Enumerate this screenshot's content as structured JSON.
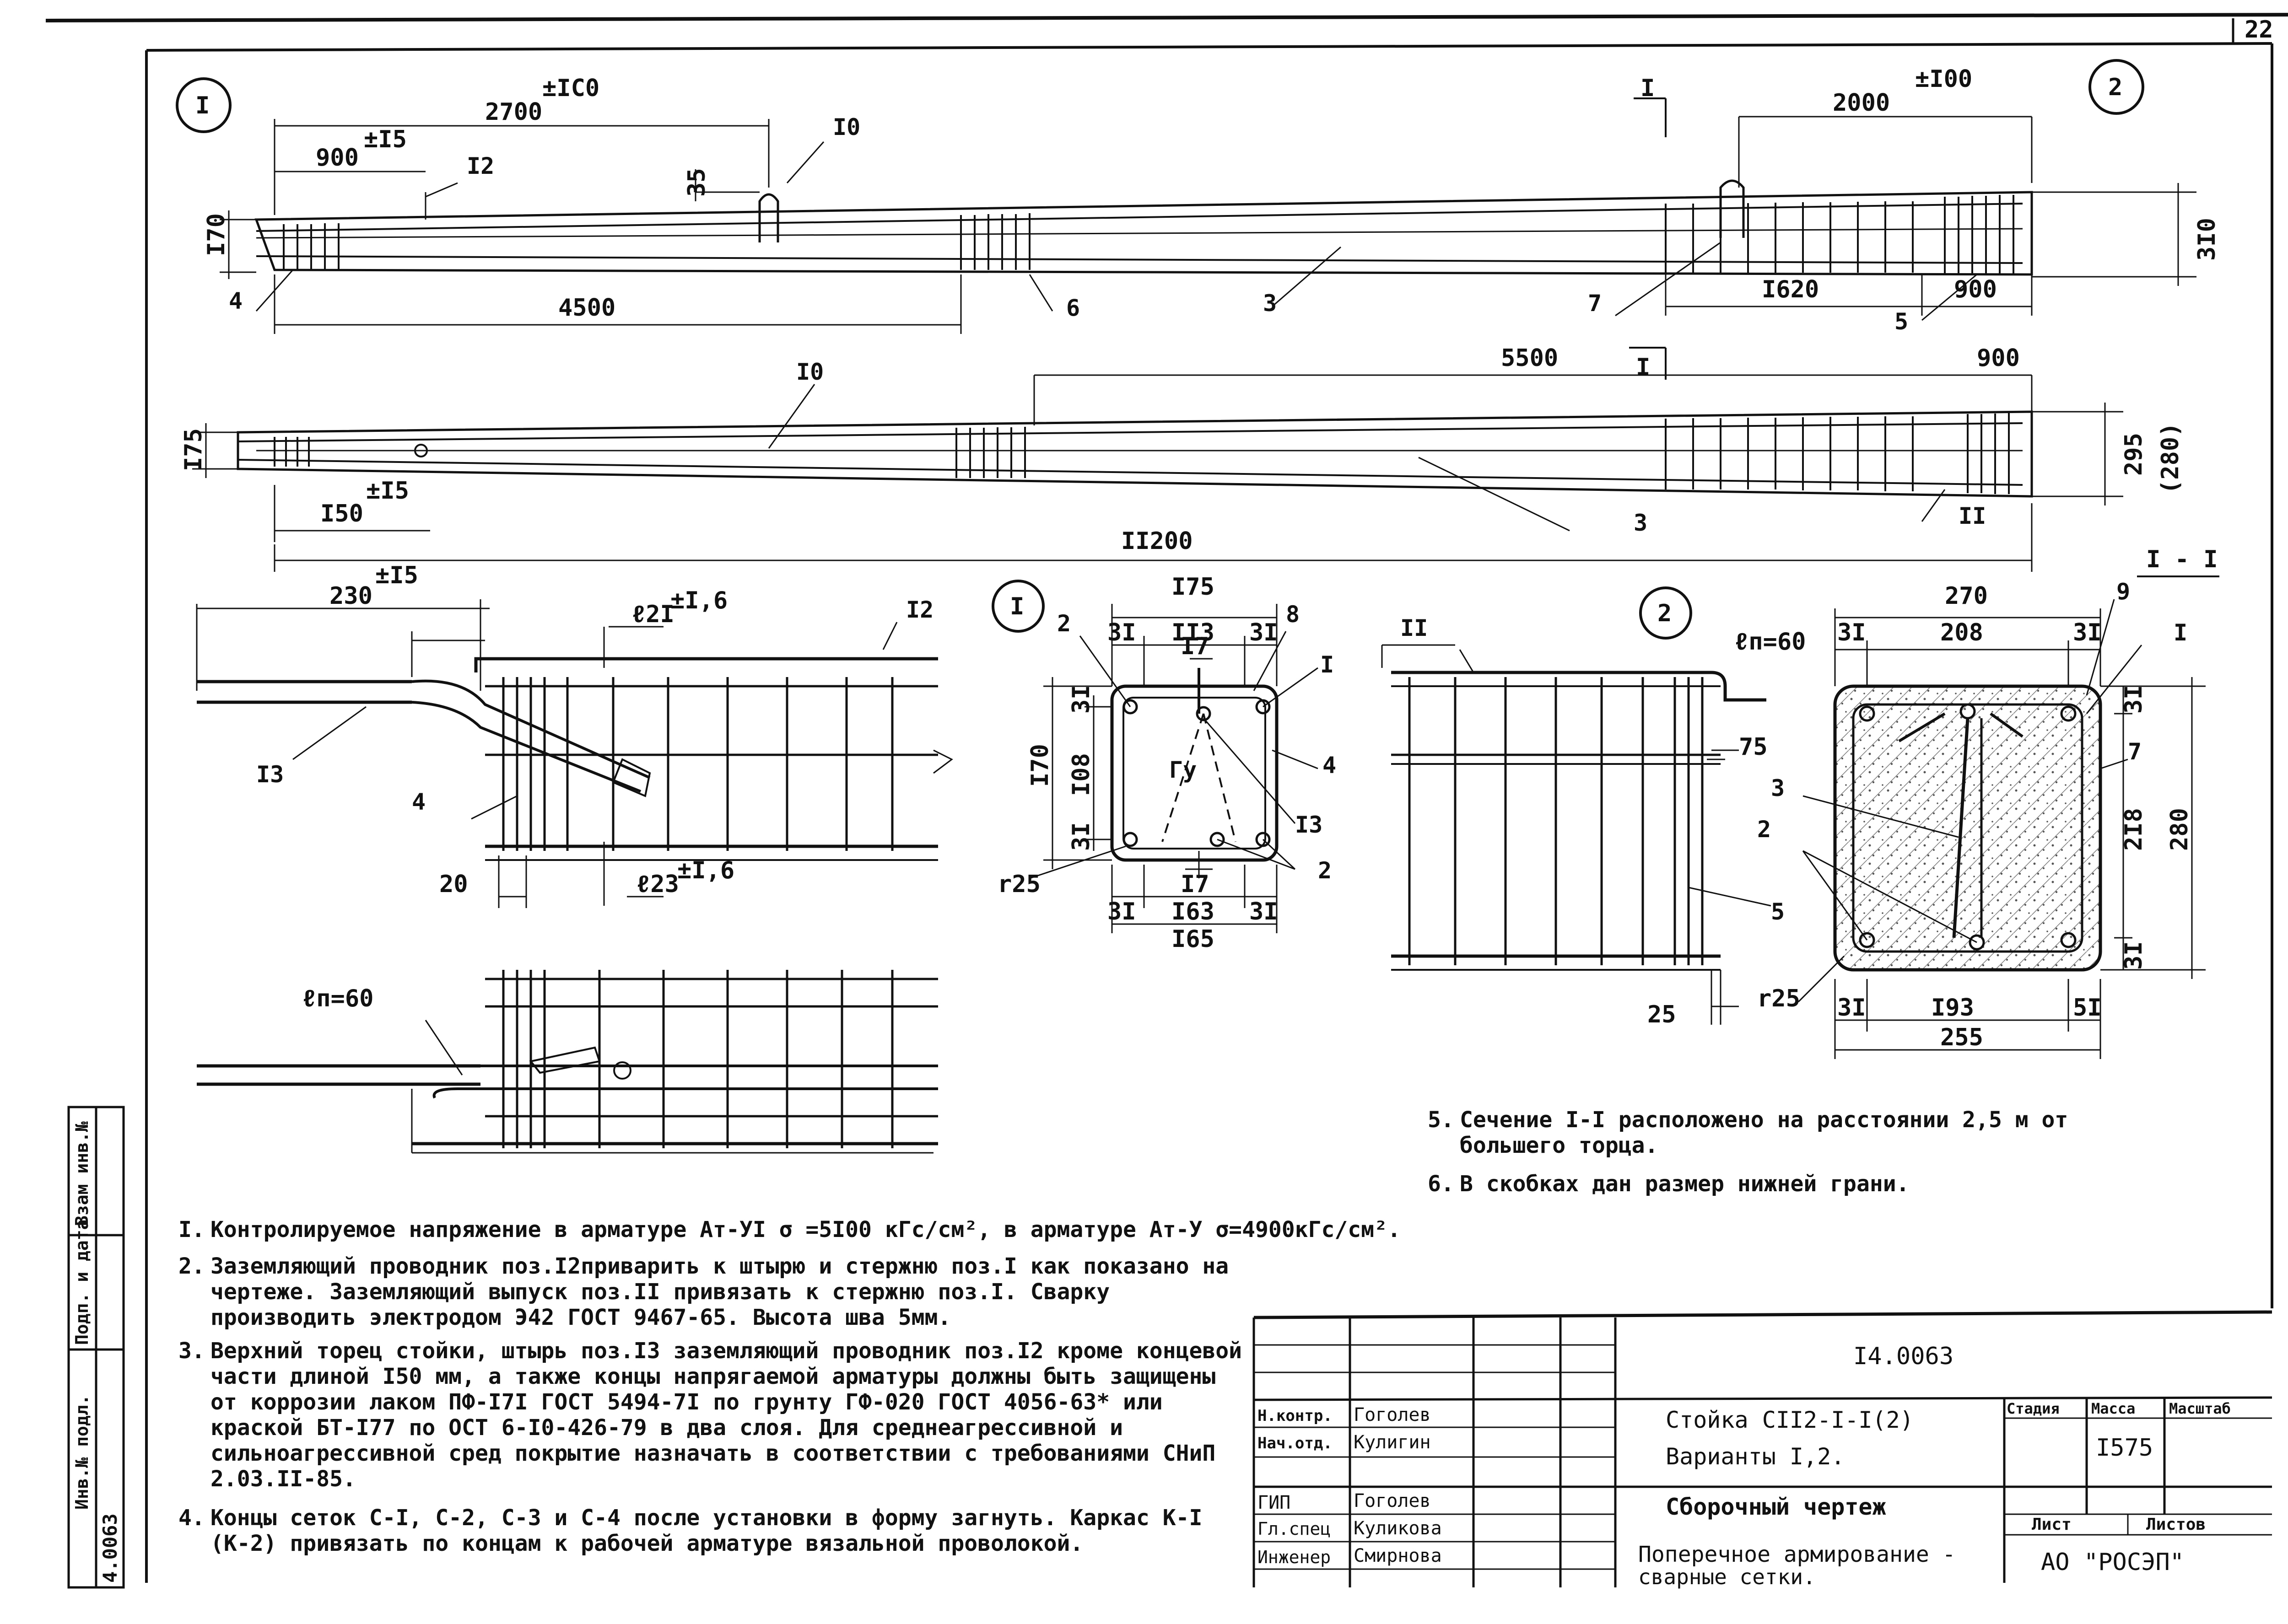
{
  "sheet_number": "22",
  "circle_labels": [
    "I",
    "2"
  ],
  "section_label": "I - I",
  "section_marker": "I",
  "elevation": {
    "top_dims": {
      "d2700": "2700",
      "d2700_tol": "±IC0",
      "d900": "900",
      "d900_tol": "±I5",
      "d2000": "2000",
      "d2000_tol": "±I00",
      "d170": "I70",
      "d310": "3I0",
      "d35": "35",
      "d4500": "4500",
      "d1620": "I620",
      "d900b": "900"
    },
    "top_positions": [
      "I0",
      "I2",
      "4",
      "6",
      "3",
      "7",
      "5"
    ],
    "bottom_dims": {
      "d5500": "5500",
      "d900": "900",
      "d175": "I75",
      "d150": "I50",
      "d150_tol": "±I5",
      "d295": "295",
      "d280": "(280)",
      "d11200": "II200"
    },
    "bottom_positions": [
      "I0",
      "3",
      "II"
    ]
  },
  "detail1": {
    "dims": {
      "d230": "230",
      "d230_tol": "±I5",
      "d21": "ℓ2I",
      "d21_tol": "±I,6",
      "d23": "ℓ23",
      "d23_tol": "±I,6",
      "d20": "20",
      "lap": "ℓп=60"
    },
    "positions": [
      "I2",
      "I3",
      "4"
    ]
  },
  "section1": {
    "dims": {
      "d175": "I75",
      "d31a": "3I",
      "d113": "II3",
      "d31b": "3I",
      "d17a": "I7",
      "d170": "I70",
      "d31c": "3I",
      "d108": "I08",
      "d31d": "3I",
      "d17b": "I7",
      "d31e": "3I",
      "d163": "I63",
      "d31f": "3I",
      "d165": "I65",
      "r25": "r25",
      "gu": "Гу"
    },
    "positions": [
      "2",
      "8",
      "I",
      "4",
      "I3",
      "2"
    ]
  },
  "detail2": {
    "dims": {
      "lap": "ℓп=60",
      "d75": "75",
      "d25": "25"
    },
    "positions": [
      "II",
      "5"
    ]
  },
  "section_II": {
    "dims": {
      "d270": "270",
      "d31a": "3I",
      "d208": "208",
      "d31b": "3I",
      "d31c": "3I",
      "d218": "2I8",
      "d280": "280",
      "d31d": "3I",
      "d31e": "3I",
      "d193": "I93",
      "d51": "5I",
      "d255": "255",
      "r25": "r25"
    },
    "positions": [
      "9",
      "I",
      "7",
      "3",
      "2"
    ]
  },
  "notes_right": [
    {
      "num": "5.",
      "text": "Сечение I-I расположено на расстоянии 2,5 м от",
      "text2": "большего торца."
    },
    {
      "num": "6.",
      "text": "В скобках дан размер нижней грани.",
      "text2": ""
    }
  ],
  "notes_left": [
    {
      "num": "I.",
      "text": "Контролируемое напряжение в арматуре Ат-УI  σ =5I00 кГс/см², в арматуре Ат-У σ=4900кГс/см²."
    },
    {
      "num": "2.",
      "text": "Заземляющий проводник поз.I2приварить к штырю и стержню поз.I как показано на чертеже. Заземляющий выпуск поз.II привязать к стержню поз.I. Сварку производить электродом Э42 ГОСТ 9467-65. Высота шва 5мм."
    },
    {
      "num": "3.",
      "text": "Верхний торец стойки, штырь поз.I3 заземляющий проводник поз.I2 кроме концевой части длиной I50 мм, а также концы напрягаемой арматуры должны быть защищены от коррозии лаком ПФ-I7I ГОСТ 5494-7I по грунту ГФ-020 ГОСТ 4056-63* или краской БТ-I77 по ОСТ 6-I0-426-79 в два слоя. Для среднеагрессивной и сильноагрессивной сред покрытие назначать в соответствии с требованиями СНиП 2.03.II-85."
    },
    {
      "num": "4.",
      "text": "Концы сеток С-I, С-2, С-3 и С-4 после установки в форму загнуть. Каркас К-I (К-2) привязать по концам к рабочей арматуре вязальной проволокой."
    }
  ],
  "side_stamp": {
    "cells": [
      "Взам инв.№",
      "Подп. и дата",
      "Инв.№ подл."
    ],
    "doc_no": "4.0063"
  },
  "title_block": {
    "doc_code": "I4.0063",
    "title_line1": "Стойка СII2-I-I(2)",
    "title_line2": "Варианты I,2.",
    "title_line3": "Сборочный чертеж",
    "sheet_title": "Поперечное армирование -",
    "sheet_title2": "сварные сетки.",
    "col_stage": "Стадия",
    "col_mass": "Масса",
    "col_scale": "Масштаб",
    "mass_value": "I575",
    "col_sheet": "Лист",
    "col_sheets": "Листов",
    "organization": "АО \"РОСЭП\"",
    "staff": [
      {
        "role": "Н.контр.",
        "name": "Гоголев"
      },
      {
        "role": "Нач.отд.",
        "name": "Кулигин"
      },
      {
        "role": "",
        "name": ""
      },
      {
        "role": "ГИП",
        "name": "Гоголев"
      },
      {
        "role": "Гл.спец",
        "name": "Куликова"
      },
      {
        "role": "Инженер",
        "name": "Смирнова"
      }
    ]
  },
  "colors": {
    "ink": "#111111",
    "paper": "#ffffff",
    "hatch": "#555555"
  }
}
